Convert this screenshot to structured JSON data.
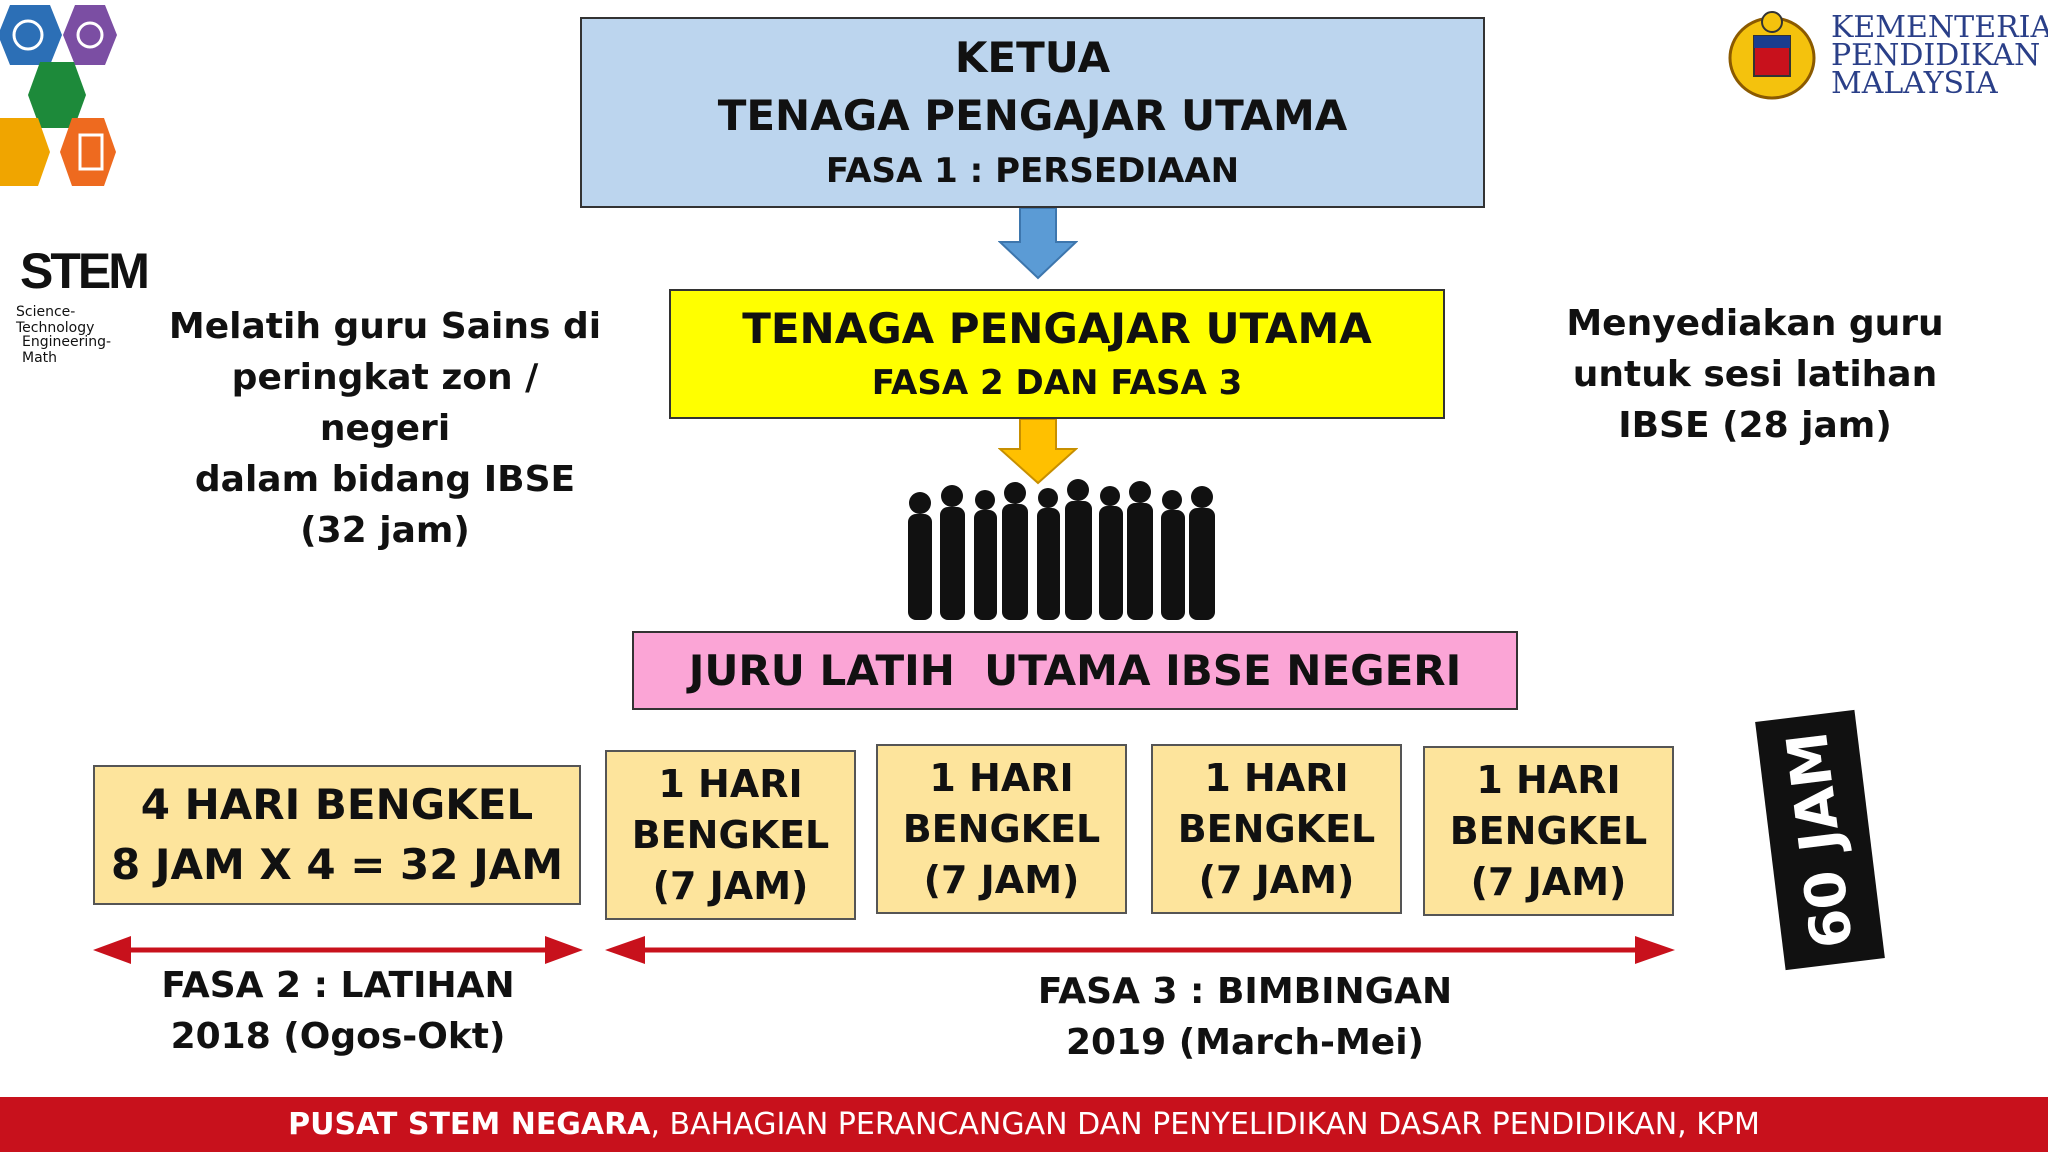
{
  "logos": {
    "stem_title": "STEM",
    "stem_sub1": "Science-Technology",
    "stem_sub2": "Engineering-Math",
    "kpm_line1": "KEMENTERIAN",
    "kpm_line2": "PENDIDIKAN",
    "kpm_line3": "MALAYSIA"
  },
  "top_box": {
    "line1": "KETUA",
    "line2": "TENAGA PENGAJAR UTAMA",
    "line3": "FASA 1 : PERSEDIAAN"
  },
  "middle_box": {
    "line1": "TENAGA PENGAJAR UTAMA",
    "line2": "FASA 2 DAN FASA 3"
  },
  "left_note": [
    "Melatih guru Sains di",
    "peringkat zon / negeri",
    "dalam bidang IBSE",
    "(32 jam)"
  ],
  "right_note": [
    "Menyediakan guru",
    "untuk sesi latihan",
    "IBSE (28 jam)"
  ],
  "pink_box": "JURU LATIH  UTAMA IBSE NEGERI",
  "workshop_main": {
    "line1": "4 HARI BENGKEL",
    "line2": "8 JAM X 4 = 32 JAM"
  },
  "workshops": [
    {
      "line1": "1 HARI",
      "line2": "BENGKEL",
      "line3": "(7 JAM)"
    },
    {
      "line1": "1 HARI",
      "line2": "BENGKEL",
      "line3": "(7 JAM)"
    },
    {
      "line1": "1 HARI",
      "line2": "BENGKEL",
      "line3": "(7 JAM)"
    },
    {
      "line1": "1 HARI",
      "line2": "BENGKEL",
      "line3": "(7 JAM)"
    }
  ],
  "total_badge": "60 JAM",
  "phase2": {
    "line1": "FASA 2 : LATIHAN",
    "line2": "2018 (Ogos-Okt)"
  },
  "phase3": {
    "line1": "FASA 3 : BIMBINGAN",
    "line2": "2019 (March-Mei)"
  },
  "footer": {
    "bold": "PUSAT STEM NEGARA",
    "rest": ", BAHAGIAN PERANCANGAN DAN PENYELIDIKAN DASAR PENDIDIKAN, KPM"
  },
  "colors": {
    "top_box": "#bcd5ee",
    "middle_box": "#ffff00",
    "pink_box": "#fba5d6",
    "workshop": "#fde49c",
    "arrow_blue": "#5b9bd5",
    "arrow_gold": "#ffc000",
    "arrow_red": "#c8111c",
    "footer": "#c8111c"
  },
  "icons": [
    "stem-logo-icon",
    "kpm-crest-icon",
    "people-silhouette-icon",
    "down-arrow-icon",
    "double-arrow-icon"
  ]
}
